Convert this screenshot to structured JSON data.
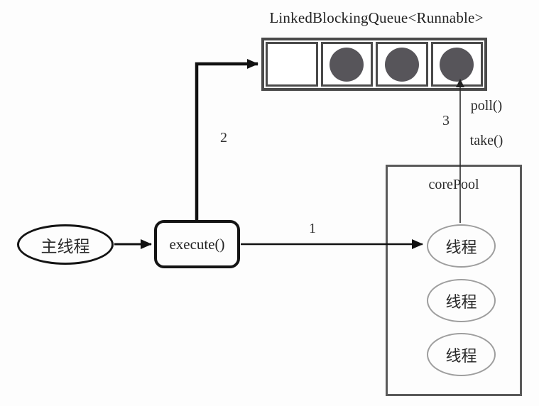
{
  "title": "LinkedBlockingQueue<Runnable>",
  "queue": {
    "cells": [
      "empty",
      "filled",
      "filled",
      "filled"
    ]
  },
  "main_thread": {
    "label": "主线程"
  },
  "execute_box": {
    "label": "execute()"
  },
  "core_pool": {
    "label": "corePool",
    "threads": [
      "线程",
      "线程",
      "线程"
    ]
  },
  "labels": {
    "step1": "1",
    "step2": "2",
    "step3": "3",
    "poll": "poll()",
    "take": "take()"
  },
  "colors": {
    "queue_border": "#4a4a4a",
    "task_fill": "#57555a",
    "arrow_line": "#111111",
    "core_pool_border": "#5a5a5a",
    "thread_ellipse_border": "#9e9e9e"
  }
}
